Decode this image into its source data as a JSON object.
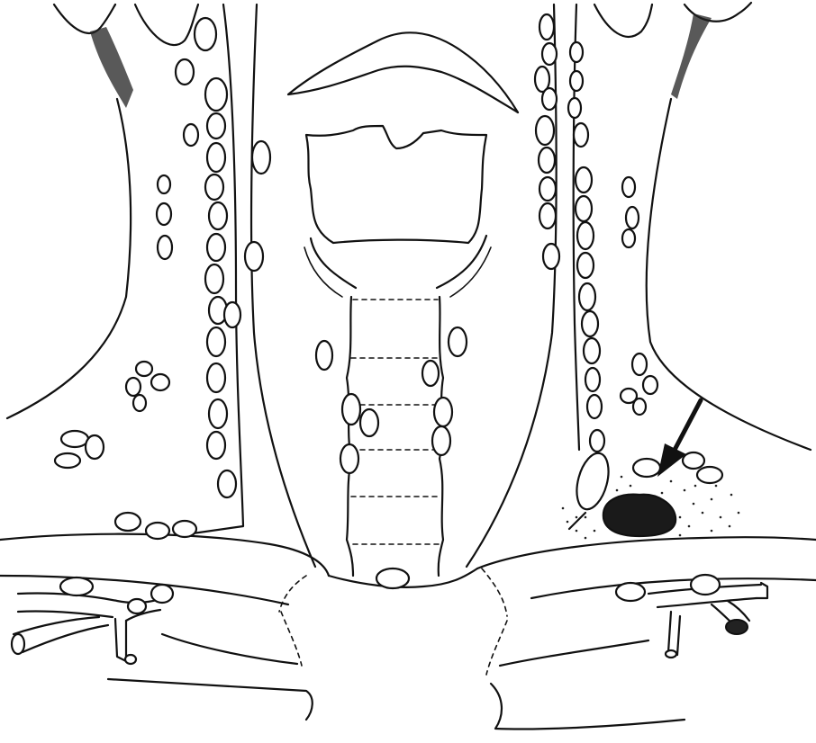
{
  "figure": {
    "colors": {
      "line": "#111111",
      "background": "#ffffff",
      "mass": "#1a1a1a"
    },
    "structures": [
      "neck-outline-left",
      "neck-outline-right",
      "hyoid-bone",
      "thyroid-cartilage",
      "cricoid-cartilage",
      "trachea",
      "clavicle-left",
      "clavicle-right",
      "subclavian-vein-left",
      "subclavian-vein-right",
      "lymph-nodes",
      "supraclavicular-mass",
      "arrow-indicator"
    ]
  }
}
